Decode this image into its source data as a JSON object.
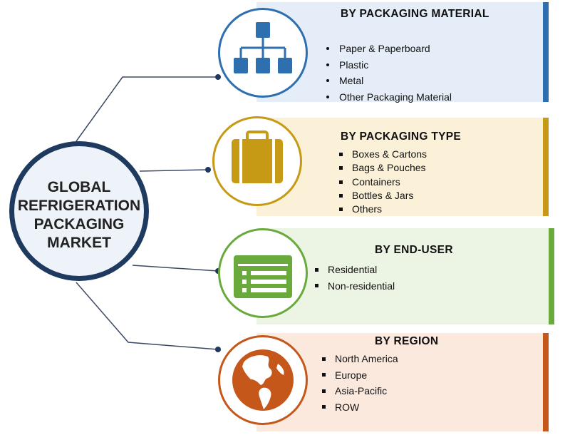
{
  "center": {
    "lines": [
      "GLOBAL",
      "REFRIGERATION",
      "PACKAGING",
      "MARKET"
    ]
  },
  "segments": [
    {
      "title": "BY PACKAGING  MATERIAL",
      "icon": "org-chart-icon",
      "bg": "#e4edf8",
      "accent": "#2e6fb0",
      "items": [
        "Paper & Paperboard",
        "Plastic",
        "Metal",
        "Other Packaging Material"
      ]
    },
    {
      "title": "BY PACKAGING  TYPE",
      "icon": "briefcase-icon",
      "bg": "#fbf1d9",
      "accent": "#c69a14",
      "items": [
        "Boxes & Cartons",
        "Bags & Pouches",
        "Containers",
        "Bottles & Jars",
        "Others"
      ]
    },
    {
      "title": "BY END-USER",
      "icon": "list-icon",
      "bg": "#ecf4e4",
      "accent": "#6aaa3c",
      "items": [
        "Residential",
        "Non-residential"
      ]
    },
    {
      "title": "BY REGION",
      "icon": "globe-icon",
      "bg": "#fbe9dd",
      "accent": "#c5571b",
      "items": [
        "North America",
        "Europe",
        "Asia-Pacific",
        "ROW"
      ]
    }
  ]
}
